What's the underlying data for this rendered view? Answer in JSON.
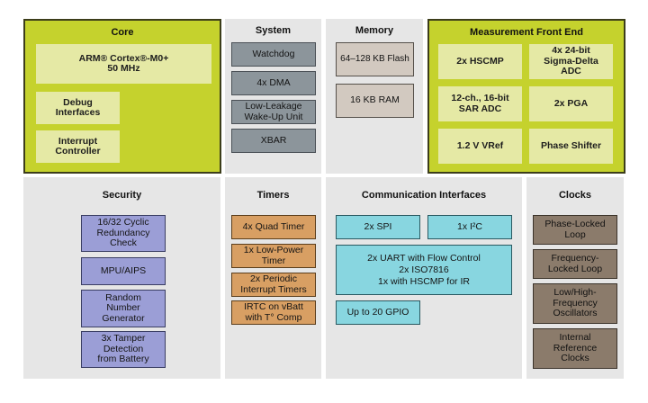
{
  "core": {
    "title": "Core",
    "blocks": [
      "ARM® Cortex®-M0+\n50 MHz",
      "Debug\nInterfaces",
      "Interrupt\nController"
    ]
  },
  "system": {
    "title": "System",
    "blocks": [
      "Watchdog",
      "4x DMA",
      "Low-Leakage\nWake-Up Unit",
      "XBAR"
    ]
  },
  "memory": {
    "title": "Memory",
    "blocks": [
      "64–128 KB Flash",
      "16 KB RAM"
    ]
  },
  "measurement": {
    "title": "Measurement Front End",
    "blocks": [
      "2x HSCMP",
      "4x 24-bit\nSigma-Delta\nADC",
      "12-ch., 16-bit\nSAR ADC",
      "2x PGA",
      "1.2 V VRef",
      "Phase Shifter"
    ]
  },
  "security": {
    "title": "Security",
    "blocks": [
      "16/32 Cyclic\nRedundancy\nCheck",
      "MPU/AIPS",
      "Random\nNumber\nGenerator",
      "3x Tamper\nDetection\nfrom Battery"
    ]
  },
  "timers": {
    "title": "Timers",
    "blocks": [
      "4x Quad Timer",
      "1x Low-Power\nTimer",
      "2x Periodic\nInterrupt Timers",
      "IRTC on vBatt\nwith T° Comp"
    ]
  },
  "communication": {
    "title": "Communication Interfaces",
    "blocks": [
      "2x SPI",
      "1x I²C",
      "2x UART with Flow Control\n2x ISO7816\n1x with HSCMP for IR",
      "Up to 20 GPIO"
    ]
  },
  "clocks": {
    "title": "Clocks",
    "blocks": [
      "Phase-Locked\nLoop",
      "Frequency-\nLocked Loop",
      "Low/High-\nFrequency\nOscillators",
      "Internal\nReference\nClocks"
    ]
  }
}
